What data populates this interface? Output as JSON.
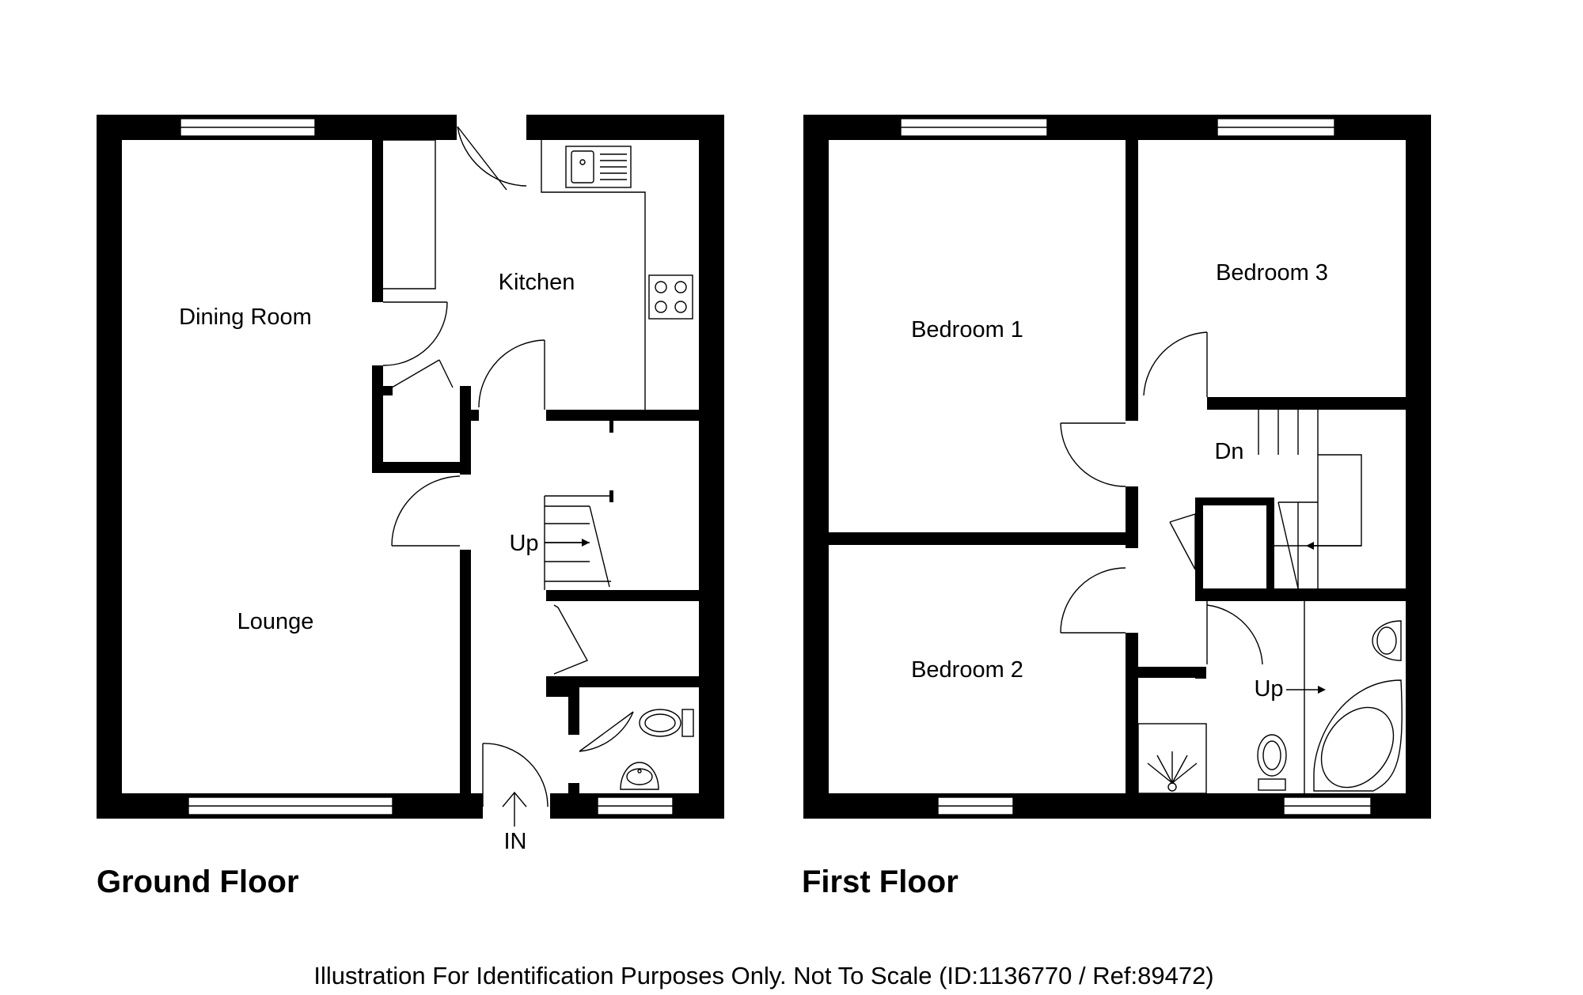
{
  "ground_floor": {
    "title": "Ground Floor",
    "rooms": {
      "dining_room": "Dining Room",
      "kitchen": "Kitchen",
      "lounge": "Lounge"
    },
    "stairs_label": "Up",
    "entrance_label": "IN"
  },
  "first_floor": {
    "title": "First Floor",
    "rooms": {
      "bedroom_1": "Bedroom 1",
      "bedroom_2": "Bedroom 2",
      "bedroom_3": "Bedroom 3"
    },
    "stairs_down_label": "Dn",
    "stairs_up_label": "Up"
  },
  "disclaimer": "Illustration For Identification Purposes Only. Not To Scale (ID:1136770 / Ref:89472)",
  "colors": {
    "walls": "#000000",
    "background": "#ffffff"
  },
  "icons": [
    "sink-icon",
    "hob-icon",
    "toilet-icon",
    "basin-icon",
    "bath-icon",
    "shower-icon",
    "entrance-arrow-icon",
    "stair-arrow-icon"
  ]
}
